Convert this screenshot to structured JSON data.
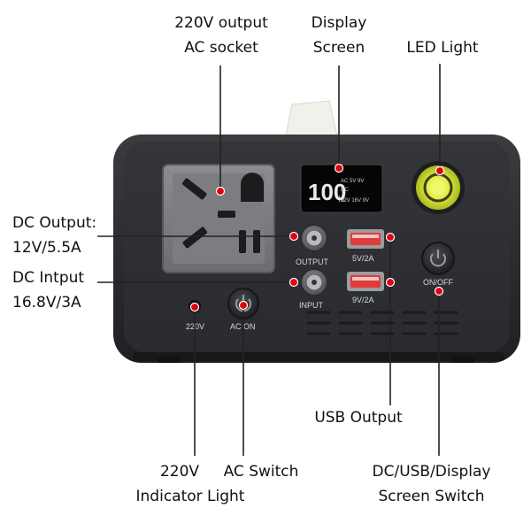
{
  "callouts": {
    "ac_socket": [
      "220V output",
      "AC socket"
    ],
    "display": [
      "Display",
      "Screen"
    ],
    "led": [
      "LED Light"
    ],
    "dc_output": [
      "DC Output:",
      "12V/5.5A"
    ],
    "dc_input": [
      "DC Intput",
      "16.8V/3A"
    ],
    "usb_output": [
      "USB Output"
    ],
    "indicator": [
      "220V",
      "Indicator Light"
    ],
    "ac_switch": [
      "AC Switch"
    ],
    "screen_switch": [
      "DC/USB/Display",
      "Screen Switch"
    ]
  },
  "panel_text": {
    "output": "OUTPUT",
    "input": "INPUT",
    "usb1": "5V/2A",
    "usb2": "9V/2A",
    "onoff": "ON/OFF",
    "v220": "220V",
    "acon": "AC ON"
  },
  "display_text": {
    "digits": "100",
    "percent": "%",
    "row1": "AC   5V   9V",
    "row2": "DC",
    "row3": "12V  16V  9V"
  },
  "colors": {
    "body": "#26282b",
    "front": "#333538",
    "marker": "#e00012",
    "led_green": "#d8ea3a",
    "display_red": "#d92020"
  }
}
